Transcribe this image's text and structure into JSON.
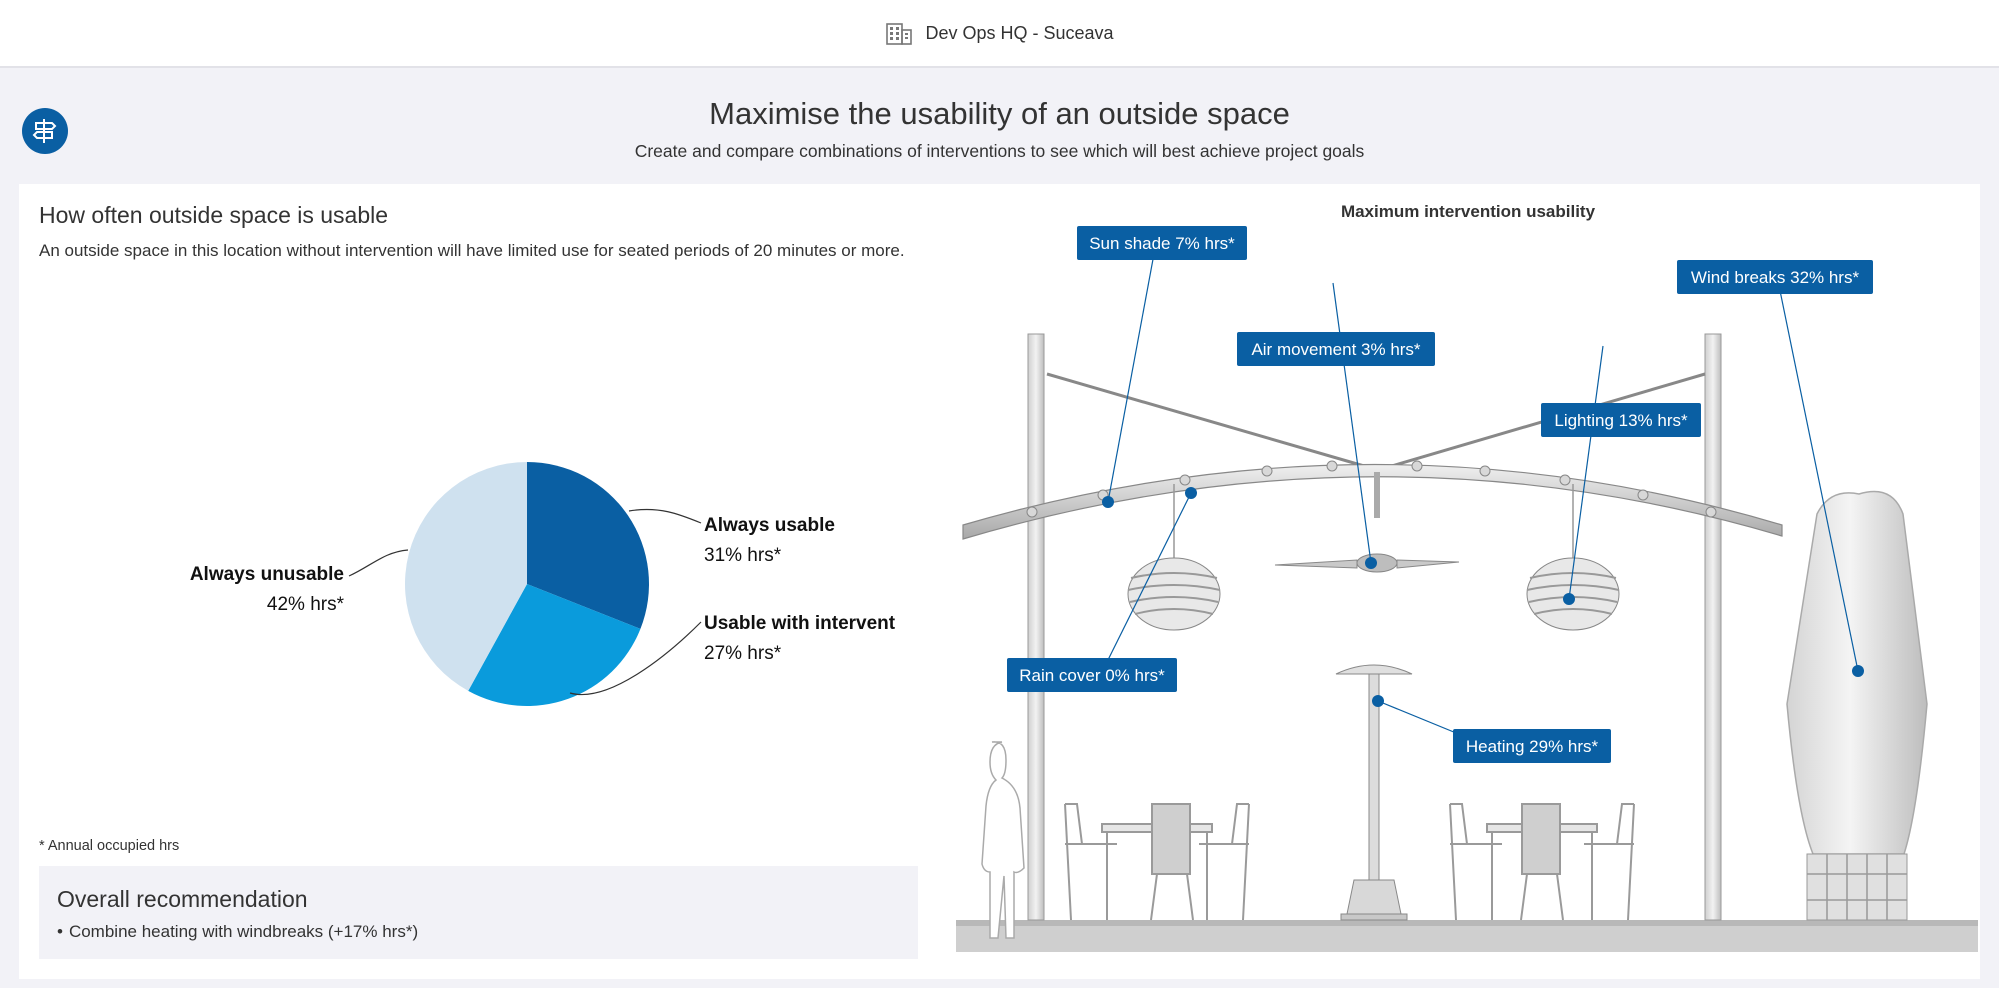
{
  "header": {
    "location": "Dev Ops HQ - Suceava"
  },
  "page": {
    "title": "Maximise the usability of an outside space",
    "subtitle": "Create and compare combinations of interventions to see which will best achieve project goals"
  },
  "left": {
    "title": "How often outside space is usable",
    "description": "An outside space in this location without intervention will have limited use for seated periods of 20 minutes or more.",
    "footnote": "* Annual occupied hrs"
  },
  "chart_data": {
    "type": "pie",
    "slices": [
      {
        "label": "Always usable",
        "value": 31,
        "display": "31% hrs*",
        "color": "#0a5fa3"
      },
      {
        "label": "Usable with intervent",
        "value": 27,
        "display": "27% hrs*",
        "color": "#0a9bdc"
      },
      {
        "label": "Always unusable",
        "value": 42,
        "display": "42% hrs*",
        "color": "#cfe1ef"
      }
    ]
  },
  "recommendation": {
    "title": "Overall recommendation",
    "items": [
      "Combine heating with windbreaks (+17% hrs*)"
    ]
  },
  "scene": {
    "title": "Maximum intervention usability",
    "tags": {
      "sun_shade": "Sun shade 7% hrs*",
      "air_movement": "Air movement 3% hrs*",
      "wind_breaks": "Wind breaks 32% hrs*",
      "lighting": "Lighting 13% hrs*",
      "rain_cover": "Rain cover 0% hrs*",
      "heating": "Heating 29% hrs*"
    }
  },
  "colors": {
    "accent": "#0a5fa3",
    "light_blue": "#0a9bdc",
    "pale_blue": "#cfe1ef"
  }
}
